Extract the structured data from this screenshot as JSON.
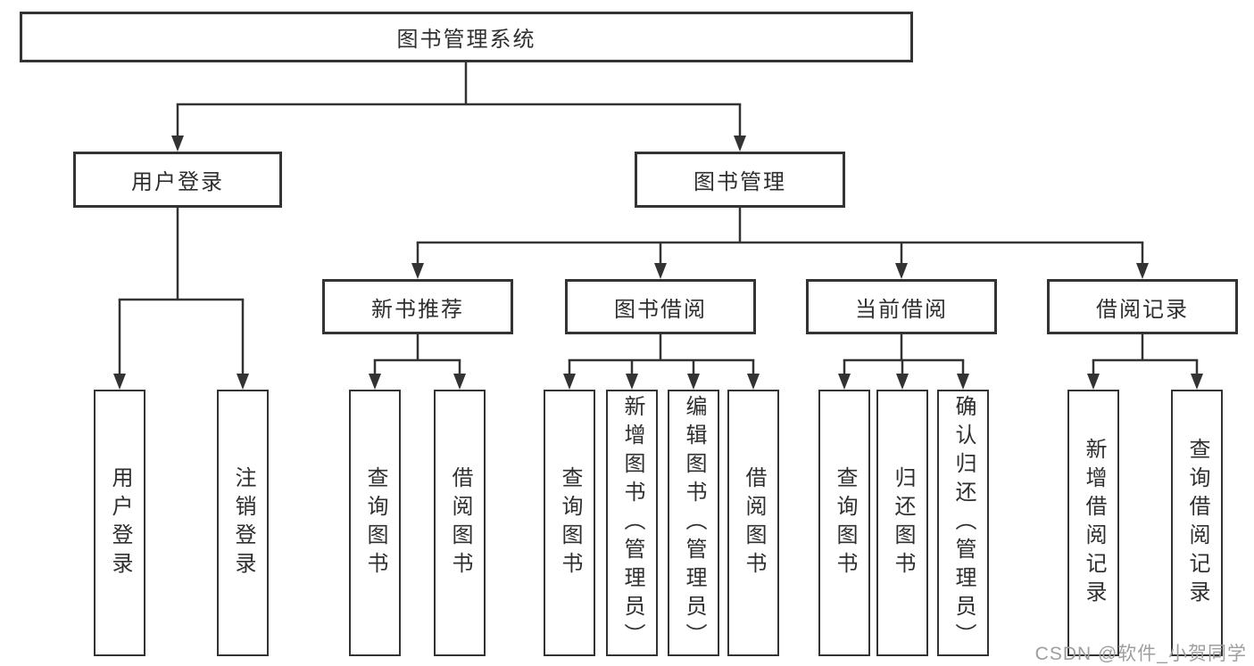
{
  "diagram": {
    "tree": {
      "label": "图书管理系统",
      "children": [
        {
          "label": "用户登录",
          "children": [
            {
              "label": "用户登录"
            },
            {
              "label": "注销登录"
            }
          ]
        },
        {
          "label": "图书管理",
          "children": [
            {
              "label": "新书推荐",
              "children": [
                {
                  "label": "查询图书"
                },
                {
                  "label": "借阅图书"
                }
              ]
            },
            {
              "label": "图书借阅",
              "children": [
                {
                  "label": "查询图书"
                },
                {
                  "label": "新增图书（管理员）"
                },
                {
                  "label": "编辑图书（管理员）"
                },
                {
                  "label": "借阅图书"
                }
              ]
            },
            {
              "label": "当前借阅",
              "children": [
                {
                  "label": "查询图书"
                },
                {
                  "label": "归还图书"
                },
                {
                  "label": "确认归还（管理员）"
                }
              ]
            },
            {
              "label": "借阅记录",
              "children": [
                {
                  "label": "新增借阅记录"
                },
                {
                  "label": "查询借阅记录"
                }
              ]
            }
          ]
        }
      ]
    }
  },
  "watermark": {
    "text": "CSDN @软件_小贺同学"
  },
  "colors": {
    "line": "#333333",
    "box_border": "#333333",
    "text": "#2f2f2f",
    "watermark": "#9e9e9e",
    "background": "#ffffff"
  }
}
